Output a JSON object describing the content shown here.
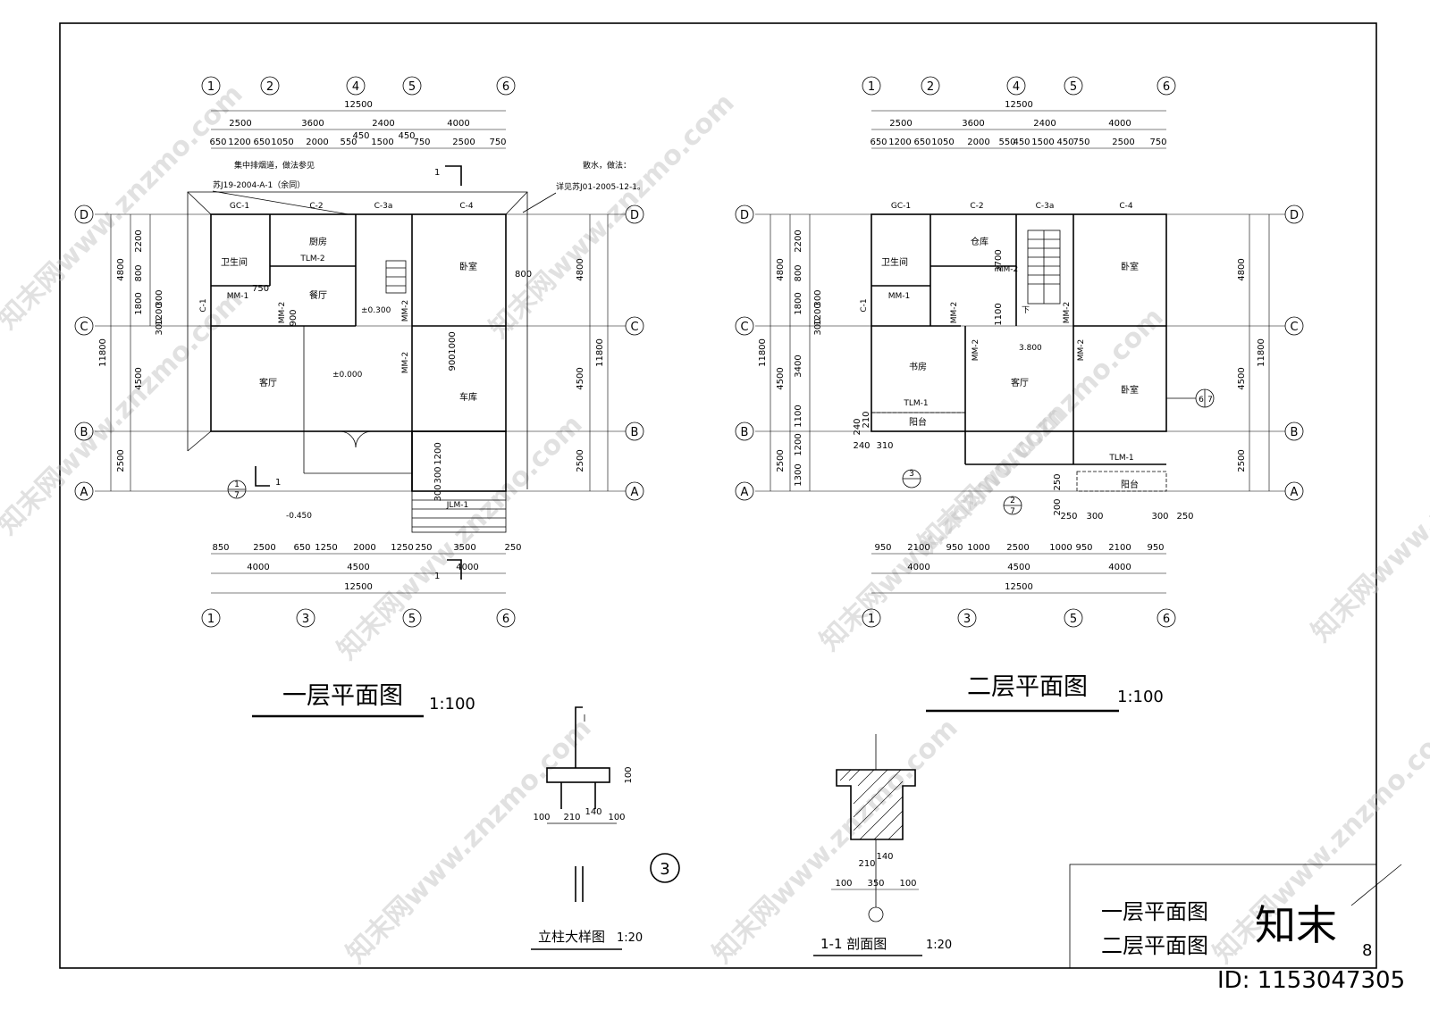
{
  "plan1": {
    "title": "一层平面图",
    "scale": "1:100",
    "axes_top": [
      "1",
      "2",
      "4",
      "5",
      "6"
    ],
    "axes_bottom": [
      "1",
      "3",
      "5",
      "6"
    ],
    "axes_side": [
      "D",
      "C",
      "B",
      "A"
    ],
    "dim_total": "12500",
    "dims_top_row1": [
      "2500",
      "3600",
      "2400",
      "4000"
    ],
    "dims_top_row2": [
      "650",
      "1200",
      "650",
      "1050",
      "2000",
      "550",
      "450",
      "1500",
      "450",
      "750",
      "2500",
      "750"
    ],
    "dims_bottom_row1": [
      "850",
      "2500",
      "650",
      "1250",
      "2000",
      "1250",
      "250",
      "3500",
      "250"
    ],
    "dims_bottom_row2": [
      "4000",
      "4500",
      "4000"
    ],
    "dims_left": [
      "2200",
      "800",
      "1800",
      "300",
      "1200",
      "300",
      "4800",
      "4500",
      "2500",
      "11800"
    ],
    "dims_right": [
      "800",
      "4800",
      "4500",
      "2500",
      "11800"
    ],
    "dims_inner": [
      "750",
      "900",
      "900",
      "1000",
      "1200",
      "300",
      "300"
    ],
    "notes": [
      "集中排烟道，做法参见",
      "苏J19-2004-A-1（余同）",
      "散水，做法：",
      "详见苏J01-2005-12-1。"
    ],
    "windows": [
      "GC-1",
      "C-2",
      "C-3a",
      "C-4",
      "C-1"
    ],
    "doors": [
      "MM-1",
      "MM-2",
      "TLM-2",
      "JLM-1"
    ],
    "rooms": [
      "卫生间",
      "厨房",
      "餐厅",
      "卧室",
      "客厅",
      "车库"
    ],
    "levels": [
      "±0.300",
      "±0.000",
      "-0.450"
    ],
    "section_marks": [
      "1",
      "1",
      "1"
    ],
    "detail_ref": [
      "1",
      "7"
    ]
  },
  "plan2": {
    "title": "二层平面图",
    "scale": "1:100",
    "axes_top": [
      "1",
      "2",
      "4",
      "5",
      "6"
    ],
    "axes_bottom": [
      "1",
      "3",
      "5",
      "6"
    ],
    "axes_side": [
      "D",
      "C",
      "B",
      "A"
    ],
    "dim_total": "12500",
    "dims_top_row1": [
      "2500",
      "3600",
      "2400",
      "4000"
    ],
    "dims_top_row2": [
      "650",
      "1200",
      "650",
      "1050",
      "2000",
      "550",
      "450",
      "1500",
      "450",
      "750",
      "2500",
      "750"
    ],
    "dims_bottom_row1": [
      "950",
      "2100",
      "950",
      "1000",
      "2500",
      "1000",
      "950",
      "2100",
      "950"
    ],
    "dims_bottom_row2": [
      "4000",
      "4500",
      "4000"
    ],
    "dims_left": [
      "2200",
      "800",
      "1800",
      "300",
      "1200",
      "300",
      "3400",
      "1100",
      "1200",
      "1300",
      "4800",
      "4500",
      "2500",
      "11800"
    ],
    "dims_right": [
      "4800",
      "4500",
      "2500",
      "11800"
    ],
    "dims_inner": [
      "3700",
      "1100",
      "240",
      "210",
      "240",
      "310",
      "250",
      "200",
      "250",
      "300",
      "300",
      "250"
    ],
    "windows": [
      "GC-1",
      "C-2",
      "C-3a",
      "C-4",
      "C-1"
    ],
    "doors": [
      "MM-1",
      "MM-2",
      "TLM-1"
    ],
    "rooms": [
      "卫生间",
      "仓库",
      "卧室",
      "书房",
      "客厅",
      "卧室",
      "阳台",
      "阳台"
    ],
    "levels": [
      "3.800"
    ],
    "stair_label": "下",
    "detail_refs": [
      "3",
      "2",
      "7",
      "6",
      "7"
    ]
  },
  "detail1": {
    "title": "立柱大样图",
    "scale": "1:20",
    "dims": [
      "100",
      "100",
      "210",
      "140",
      "100"
    ],
    "mark": "3"
  },
  "detail2": {
    "title": "1-1 剖面图",
    "scale": "1:20",
    "dims": [
      "140",
      "210",
      "100",
      "350",
      "100"
    ]
  },
  "titleblock": {
    "line1": "一层平面图",
    "line2": "二层平面图",
    "sheet_no": "8"
  },
  "brand": {
    "logo": "知末",
    "id": "ID: 1153047305",
    "watermark": "知末网www.znzmo.com"
  }
}
